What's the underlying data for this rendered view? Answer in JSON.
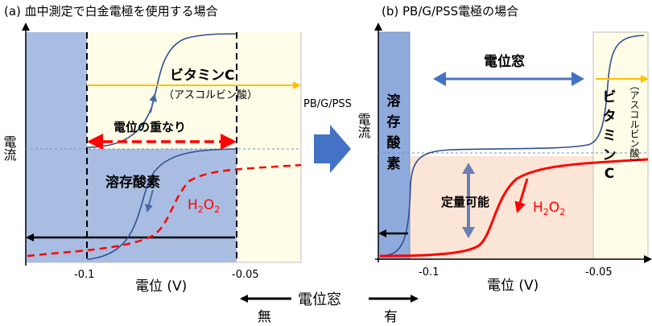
{
  "panel_a": {
    "title": "(a) 血中測定で白金電極を使用する場合",
    "y_label": "電流",
    "x_label": "電位 (V)",
    "tick_left": "-0.1",
    "tick_right": "-0.05",
    "vitamin_c": "ビタミンC",
    "ascorbic": "（アスコルビン酸）",
    "overlap": "電位の重なり",
    "oxygen": "溶存酸素",
    "h2o2_main": "H",
    "h2o2_sub1": "2",
    "h2o2_mid": "O",
    "h2o2_sub2": "2"
  },
  "panel_b": {
    "title": "(b) PB/G/PSS電極の場合",
    "y_label": "電流",
    "x_label": "電位 (V)",
    "tick_left": "-0.1",
    "tick_right": "-0.05",
    "window": "電位窓",
    "oxygen_chars": [
      "溶",
      "存",
      "酸",
      "素"
    ],
    "vitamin_chars": [
      "ビ",
      "タ",
      "ミ",
      "ン",
      "C"
    ],
    "ascorbic_vertical": "（アスコルビン酸）",
    "quantifiable": "定量可能",
    "h2o2_main": "H",
    "h2o2_sub1": "2",
    "h2o2_mid": "O",
    "h2o2_sub2": "2"
  },
  "middle": {
    "electrode": "PB/G/PSS"
  },
  "bottom": {
    "window": "電位窓",
    "none": "無",
    "present": "有"
  },
  "colors": {
    "blue_region": "#a9bde2",
    "yellow_region": "#fffde8",
    "peach_region": "#fbe5d6",
    "red": "#ff0000",
    "orange": "#ffc000",
    "blue_arrow": "#4472c4"
  }
}
